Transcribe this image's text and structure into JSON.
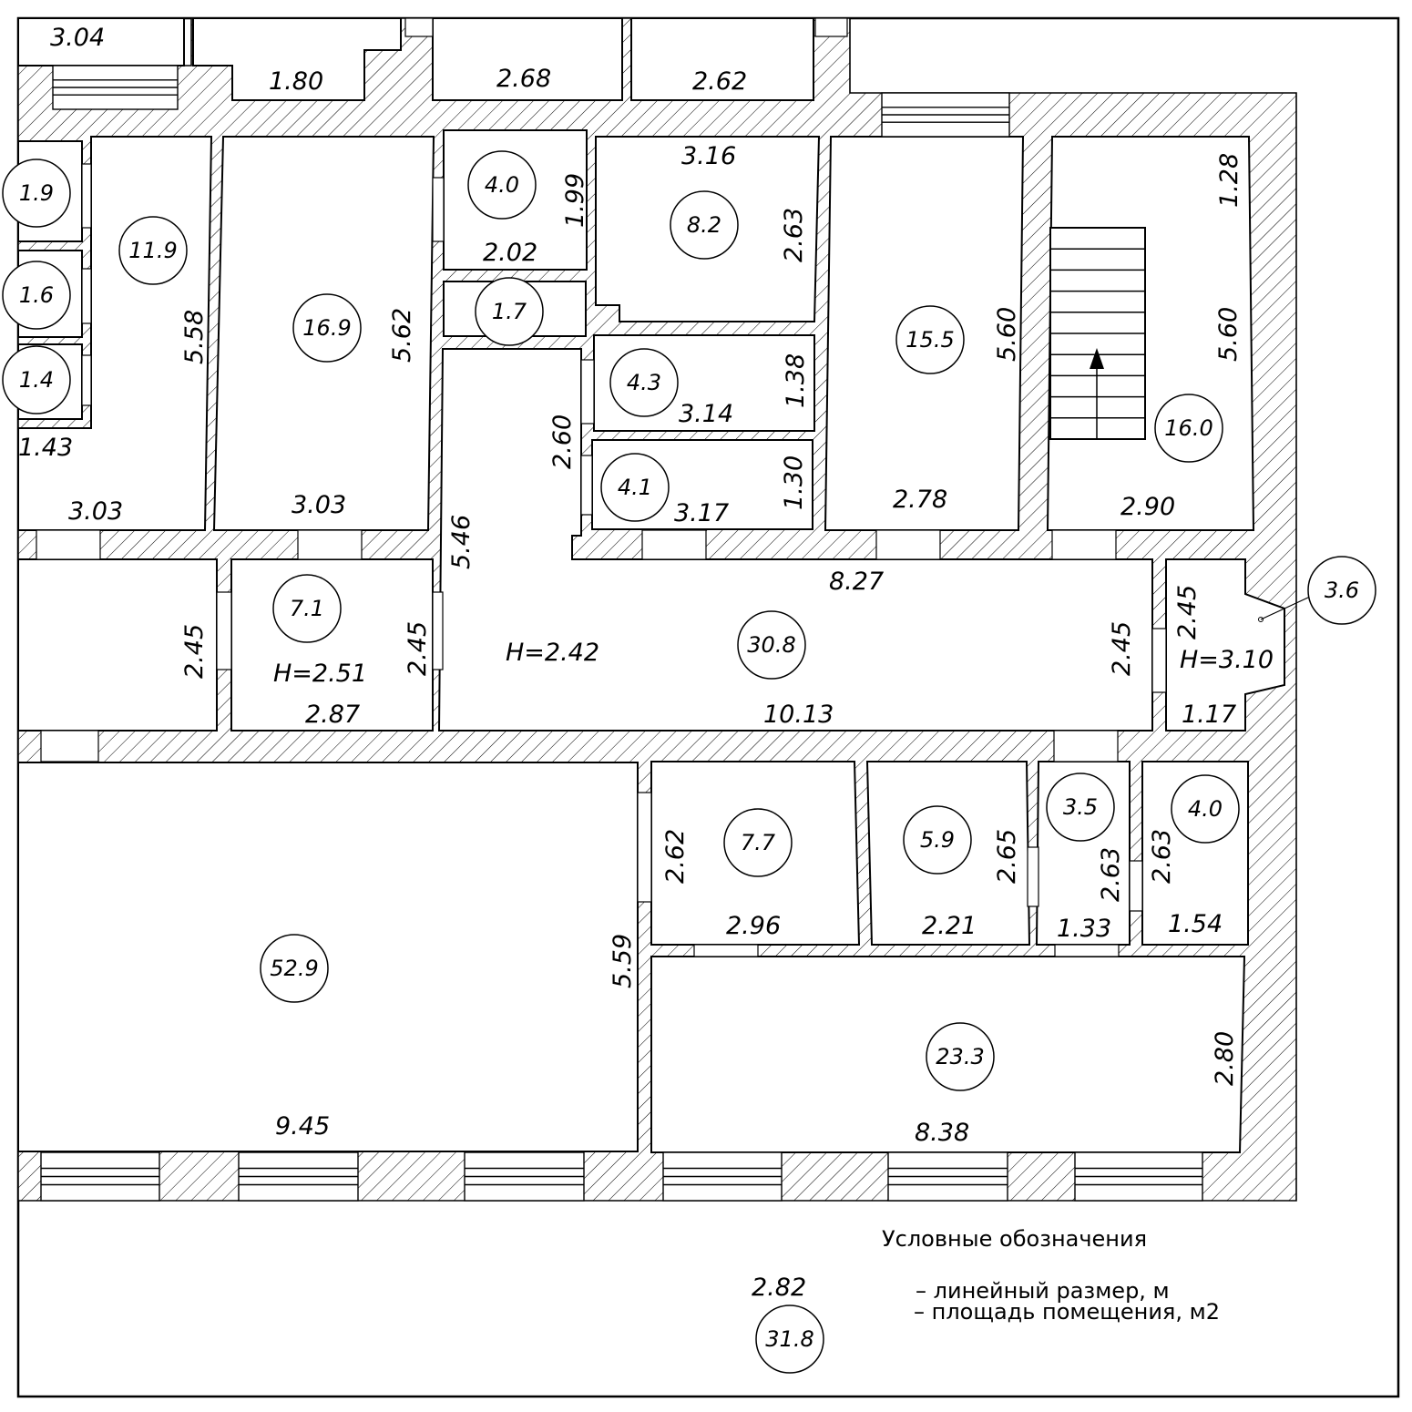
{
  "dimensions": {
    "d_304": "3.04",
    "d_180": "1.80",
    "d_268": "2.68",
    "d_262": "2.62",
    "d_316": "3.16",
    "d_199": "1.99",
    "d_202": "2.02",
    "d_263a": "2.63",
    "d_128": "1.28",
    "d_558": "5.58",
    "d_562": "5.62",
    "d_560a": "5.60",
    "d_560b": "5.60",
    "d_138": "1.38",
    "d_314": "3.14",
    "d_260": "2.60",
    "d_130": "1.30",
    "d_317": "3.17",
    "d_143": "1.43",
    "d_303a": "3.03",
    "d_303b": "3.03",
    "d_278": "2.78",
    "d_290": "2.90",
    "d_546": "5.46",
    "d_827": "8.27",
    "d_245a": "2.45",
    "d_245b": "2.45",
    "d_245c": "2.45",
    "d_245d": "2.45",
    "d_h251": "H=2.51",
    "d_h242": "H=2.42",
    "d_h310": "H=3.10",
    "d_287": "2.87",
    "d_1013": "10.13",
    "d_117": "1.17",
    "d_262b": "2.62",
    "d_265": "2.65",
    "d_263b": "2.63",
    "d_263c": "2.63",
    "d_296": "2.96",
    "d_221": "2.21",
    "d_133": "1.33",
    "d_154": "1.54",
    "d_559": "5.59",
    "d_280": "2.80",
    "d_945": "9.45",
    "d_838": "8.38"
  },
  "areas": {
    "a_19": "1.9",
    "a_16": "1.6",
    "a_14": "1.4",
    "a_119": "11.9",
    "a_169": "16.9",
    "a_40a": "4.0",
    "a_17": "1.7",
    "a_82": "8.2",
    "a_43": "4.3",
    "a_41": "4.1",
    "a_155": "15.5",
    "a_160": "16.0",
    "a_36": "3.6",
    "a_71": "7.1",
    "a_308": "30.8",
    "a_77": "7.7",
    "a_59": "5.9",
    "a_35": "3.5",
    "a_40b": "4.0",
    "a_529": "52.9",
    "a_233": "23.3"
  },
  "legend": {
    "title": "Условные обозначения",
    "dim_sample": "2.82",
    "dim_text": "– линейный размер, м",
    "area_sample": "31.8",
    "area_text": "– площадь помещения, м2"
  }
}
